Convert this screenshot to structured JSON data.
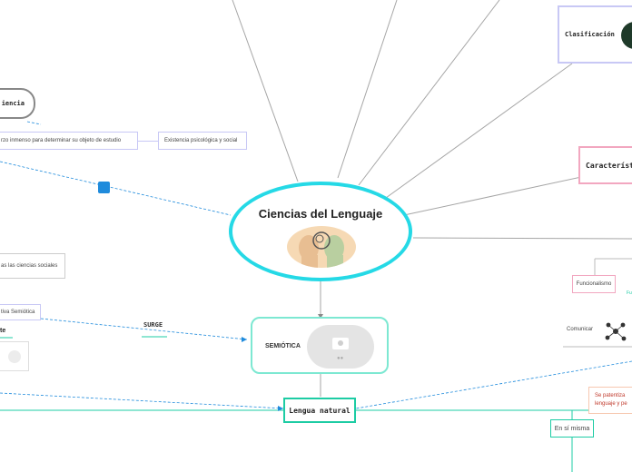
{
  "map": {
    "central": {
      "title": "Ciencias del Lenguaje"
    },
    "semiotica": {
      "label": "SEMIÓTICA"
    },
    "lengua_natural": {
      "label": "Lengua natural"
    },
    "surge": {
      "label": "SURGE"
    },
    "clasificacion": {
      "label": "Clasificación"
    },
    "caracteristicas": {
      "label": "Característ"
    },
    "funcionalismo": {
      "label": "Funcionalismo"
    },
    "comunicar": {
      "label": "Comunicar"
    },
    "se_patentiza": {
      "label": "Se patentiza lenguaje y pe"
    },
    "en_si_misma": {
      "label": "En sí misma"
    },
    "existencia": {
      "label": "Existencia psicológica y social"
    },
    "esfuerzo": {
      "label": "rzo inmenso para determinar su objeto de estudio"
    },
    "ciencia": {
      "label": "iencia"
    },
    "ciencias_sociales": {
      "label": "as las ciencias sociales"
    },
    "semiotica_tiva": {
      "label": "tiva Semiótica"
    },
    "te": {
      "label": "te"
    },
    "fu": {
      "label": "Fu"
    }
  },
  "colors": {
    "teal": "#1dcca4",
    "cyan": "#25d9e6",
    "lavender": "#c8c8f5",
    "pink": "#f2a7c0",
    "gray_line": "#a0a0a0",
    "accent_blue": "#1f8bdc",
    "peach": "#f7c8b0"
  }
}
